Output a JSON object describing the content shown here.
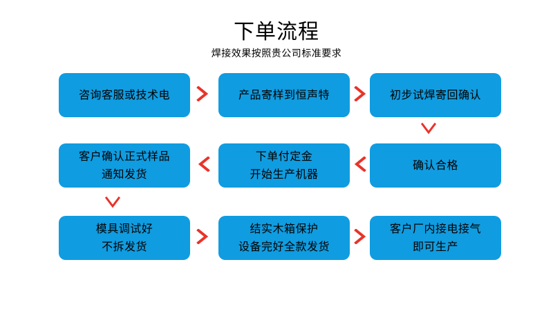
{
  "header": {
    "title": "下单流程",
    "subtitle": "焊接效果按照贵公司标准要求"
  },
  "colors": {
    "box_fill": "#109CE0",
    "arrow": "#E8342A",
    "text": "#000000",
    "background": "#FFFFFF"
  },
  "flow": {
    "rows": [
      {
        "boxes": [
          {
            "lines": [
              "咨询客服或技术电"
            ]
          },
          {
            "lines": [
              "产品寄样到恒声特"
            ]
          },
          {
            "lines": [
              "初步试焊寄回确认"
            ]
          }
        ],
        "connectors": [
          {
            "glyph": ">",
            "direction": "right"
          },
          {
            "glyph": ">",
            "direction": "right"
          }
        ]
      },
      {
        "boxes": [
          {
            "lines": [
              "客户确认正式样品",
              "通知发货"
            ]
          },
          {
            "lines": [
              "下单付定金",
              "开始生产机器"
            ]
          },
          {
            "lines": [
              "确认合格"
            ]
          }
        ],
        "connectors": [
          {
            "glyph": "<",
            "direction": "left"
          },
          {
            "glyph": "<",
            "direction": "left"
          }
        ]
      },
      {
        "boxes": [
          {
            "lines": [
              "模具调试好",
              "不拆发货"
            ]
          },
          {
            "lines": [
              "结实木箱保护",
              "设备完好全款发货"
            ]
          },
          {
            "lines": [
              "客户厂内接电接气",
              "即可生产"
            ]
          }
        ],
        "connectors": [
          {
            "glyph": ">",
            "direction": "right"
          },
          {
            "glyph": ">",
            "direction": "right"
          }
        ]
      }
    ],
    "vertical_connectors": [
      {
        "glyph": "V",
        "direction": "down",
        "from": "row1-col3",
        "to": "row2-col3"
      },
      {
        "glyph": "V",
        "direction": "down",
        "from": "row2-col1",
        "to": "row3-col1"
      }
    ]
  }
}
